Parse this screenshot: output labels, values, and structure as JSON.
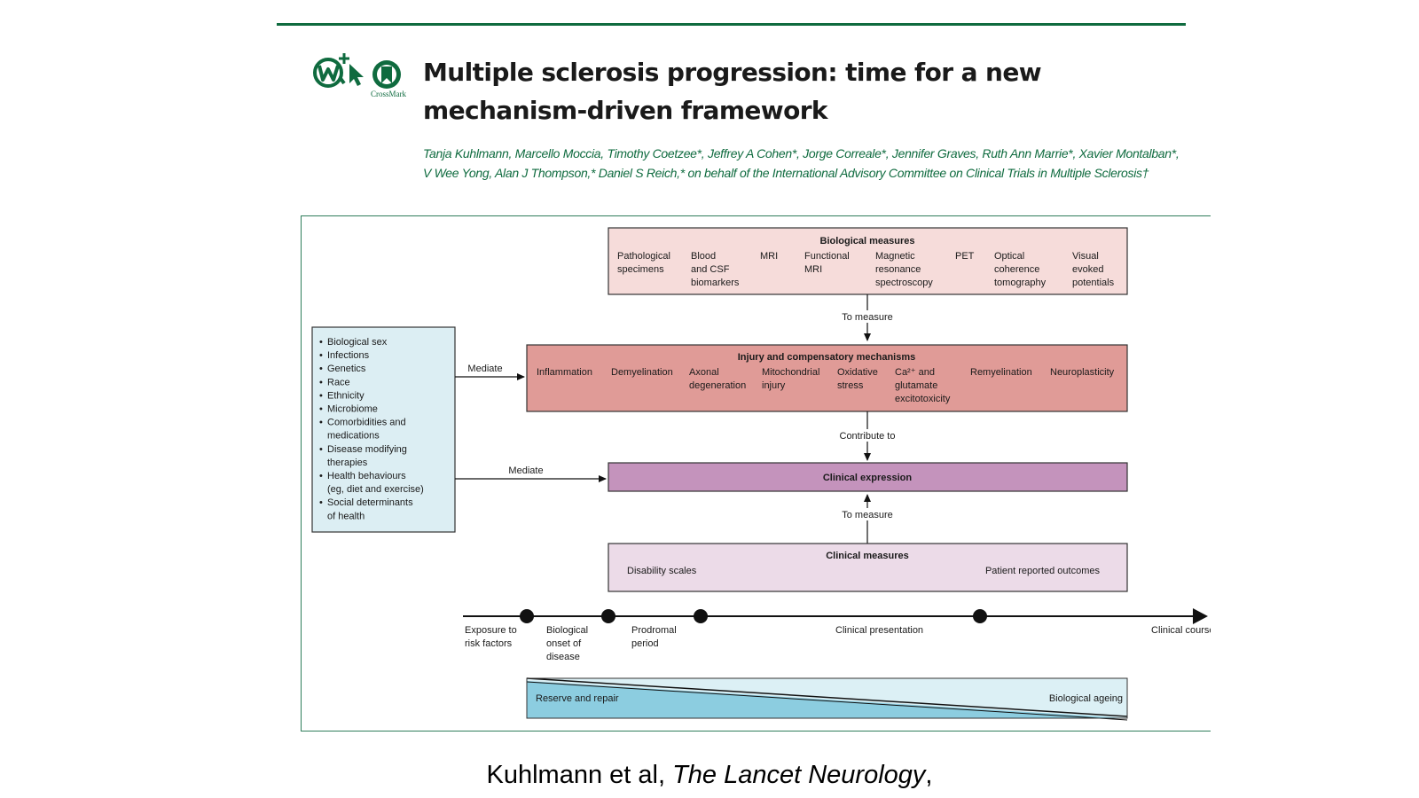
{
  "header": {
    "title_line1": "Multiple sclerosis progression: time for a new",
    "title_line2": "mechanism-driven framework",
    "crossmark_label": "CrossMark",
    "authors_line1": "Tanja Kuhlmann, Marcello Moccia, Timothy Coetzee*, Jeffrey A Cohen*, Jorge Correale*, Jennifer Graves, Ruth Ann Marrie*, Xavier Montalban*,",
    "authors_line2": "V Wee Yong, Alan J Thompson,* Daniel S Reich,* on behalf of the International Advisory Committee on Clinical Trials in Multiple Sclerosis†"
  },
  "figure": {
    "biological_measures": {
      "title": "Biological measures",
      "items": [
        [
          "Pathological",
          "specimens"
        ],
        [
          "Blood",
          "and CSF",
          "biomarkers"
        ],
        [
          "MRI"
        ],
        [
          "Functional",
          "MRI"
        ],
        [
          "Magnetic",
          "resonance",
          "spectroscopy"
        ],
        [
          "PET"
        ],
        [
          "Optical",
          "coherence",
          "tomography"
        ],
        [
          "Visual",
          "evoked",
          "potentials"
        ]
      ]
    },
    "to_measure_top": "To measure",
    "injury": {
      "title": "Injury and compensatory mechanisms",
      "items": [
        [
          "Inflammation"
        ],
        [
          "Demyelination"
        ],
        [
          "Axonal",
          "degeneration"
        ],
        [
          "Mitochondrial",
          "injury"
        ],
        [
          "Oxidative",
          "stress"
        ],
        [
          "Ca²⁺ and",
          "glutamate",
          "excitotoxicity"
        ],
        [
          "Remyelination"
        ],
        [
          "Neuroplasticity"
        ]
      ]
    },
    "contribute_to": "Contribute to",
    "clinical_expression": "Clinical expression",
    "to_measure_bottom": "To measure",
    "clinical_measures": {
      "title": "Clinical measures",
      "left": "Disability scales",
      "right": "Patient reported outcomes"
    },
    "risk_factors": [
      [
        "Biological sex"
      ],
      [
        "Infections"
      ],
      [
        "Genetics"
      ],
      [
        "Race"
      ],
      [
        "Ethnicity"
      ],
      [
        "Microbiome"
      ],
      [
        "Comorbidities and",
        "medications"
      ],
      [
        "Disease modifying",
        "therapies"
      ],
      [
        "Health behaviours",
        "(eg, diet and exercise)"
      ],
      [
        "Social determinants",
        "of health"
      ]
    ],
    "mediate_top": "Mediate",
    "mediate_bottom": "Mediate",
    "timeline": [
      [
        "Exposure to",
        "risk factors"
      ],
      [
        "Biological",
        "onset of",
        "disease"
      ],
      [
        "Prodromal",
        "period"
      ],
      [
        "Clinical presentation"
      ],
      [
        "Clinical course and evolution"
      ]
    ],
    "reserve_label": "Reserve and repair",
    "ageing_label": "Biological ageing",
    "colors": {
      "frame": "#2f7d5b",
      "biological_fill": "#f6dcda",
      "injury_fill": "#e09b97",
      "clinical_expression_fill": "#c493bc",
      "clinical_measures_fill": "#ecdbe8",
      "risk_fill": "#dceef3",
      "reserve_fill": "#8ccde0",
      "ageing_fill": "#dcf0f5"
    }
  },
  "caption": {
    "authors": "Kuhlmann et al, ",
    "journal": "The Lancet Neurology",
    "tail": ","
  }
}
